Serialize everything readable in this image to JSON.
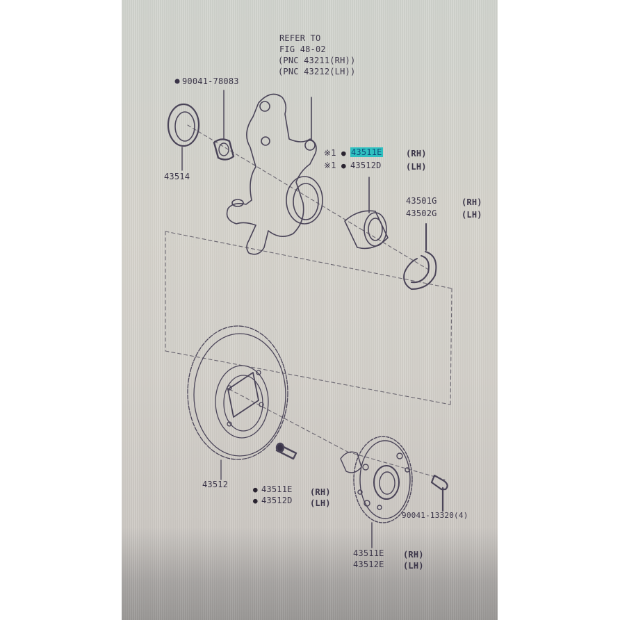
{
  "diagram": {
    "type": "exploded parts diagram (front wheel hub / knuckle)",
    "refer_note": {
      "line1": "REFER TO",
      "line2": "FIG 48-02",
      "line3": "(PNC 43211(RH))",
      "line4": "(PNC 43212(LH))"
    },
    "parts": {
      "bolt_top": "90041-78083",
      "dust_seal": "43514",
      "bearing_rh": "43511E",
      "bearing_lh": "43512D",
      "bearing_mark": "※1",
      "snap_ring_rh": "43501G",
      "snap_ring_lh": "43502G",
      "rotor": "43512",
      "rotor_bolt_rh": "43511E",
      "rotor_bolt_lh": "43512D",
      "hub_rh": "43511E",
      "hub_lh": "43512E",
      "hub_bolt": "90041-13320(4)"
    },
    "side_labels": {
      "rh": "(RH)",
      "lh": "(LH)"
    },
    "colors": {
      "highlight": "#2fc0c0",
      "ink": "#3a3448",
      "paper": "#d6d4ce"
    }
  }
}
